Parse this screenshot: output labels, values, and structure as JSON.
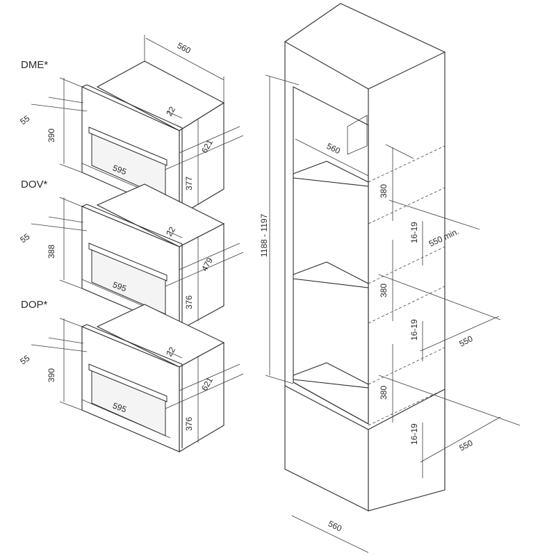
{
  "models": {
    "dme": {
      "name": "DME*",
      "top_depth": "560",
      "side_offset": "55",
      "front_height": "390",
      "front_depth": "22",
      "body_depth": "621",
      "body_height": "377",
      "width": "595"
    },
    "dov": {
      "name": "DOV*",
      "side_offset": "55",
      "front_height": "388",
      "front_depth": "22",
      "body_depth": "479",
      "body_height": "376",
      "width": "595"
    },
    "dop": {
      "name": "DOP*",
      "side_offset": "55",
      "front_height": "390",
      "front_depth": "22",
      "body_depth": "621",
      "body_height": "376",
      "width": "595"
    }
  },
  "cabinet": {
    "total_height": "1188 - 1197",
    "inner_width": "560",
    "niche_1_height": "380",
    "niche_1_gap": "16-19",
    "niche_1_depth": "550 min.",
    "niche_2_height": "380",
    "niche_2_gap": "16-19",
    "niche_2_depth": "550",
    "niche_3_height": "380",
    "niche_3_gap": "16-19",
    "niche_3_depth": "550",
    "base_width": "560"
  }
}
